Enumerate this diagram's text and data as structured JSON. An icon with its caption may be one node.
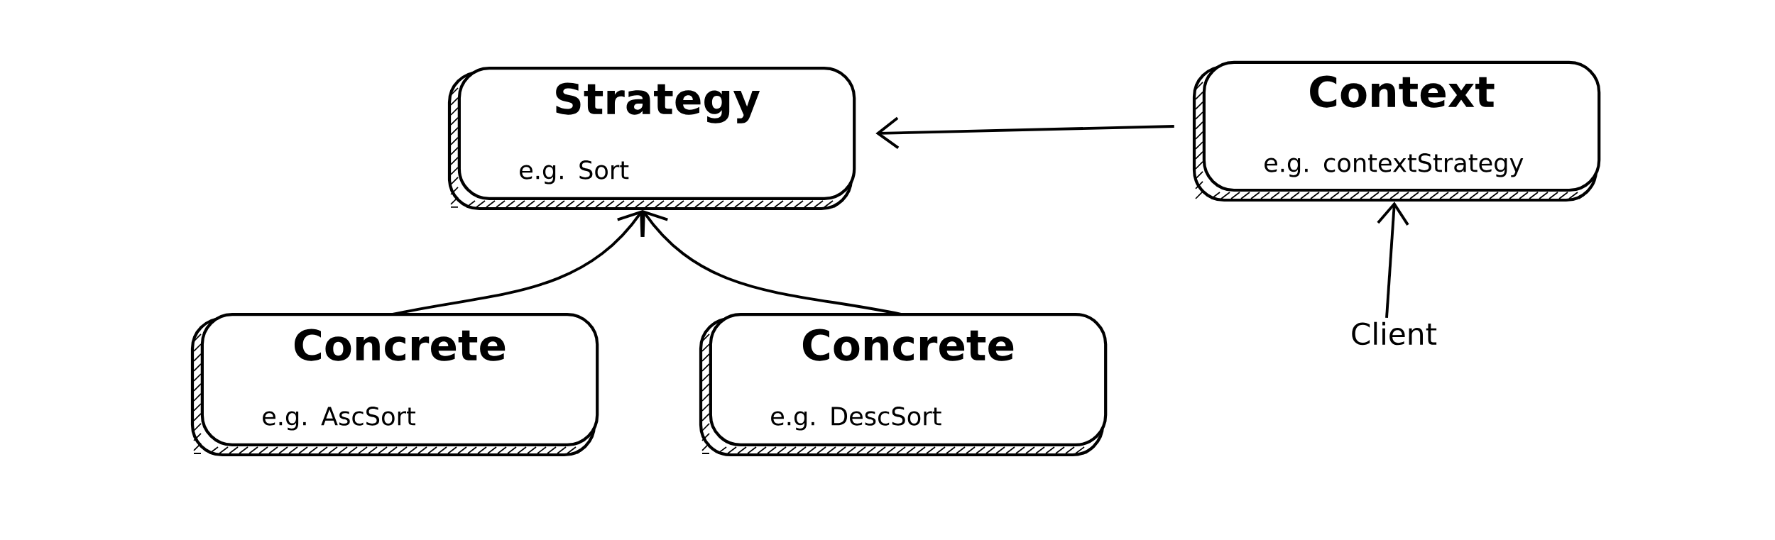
{
  "diagram": {
    "nodes": [
      {
        "text": [
          "Strategy",
          "e.g. Sort"
        ]
      },
      {
        "text": [
          "Context",
          "e.g. contextStrategy"
        ]
      },
      {
        "text": [
          "Concrete",
          "e.g. AscSort"
        ]
      },
      {
        "text": [
          "Concrete",
          "e.g. DescSort"
        ]
      },
      {
        "text": [
          "Client"
        ]
      }
    ],
    "edges": [
      {
        "from": 1,
        "to": 0,
        "arrow": "to"
      },
      {
        "from": 2,
        "to": 0,
        "arrow": "to"
      },
      {
        "from": 3,
        "to": 0,
        "arrow": "to"
      },
      {
        "from": 4,
        "to": 1,
        "arrow": "to"
      }
    ]
  }
}
